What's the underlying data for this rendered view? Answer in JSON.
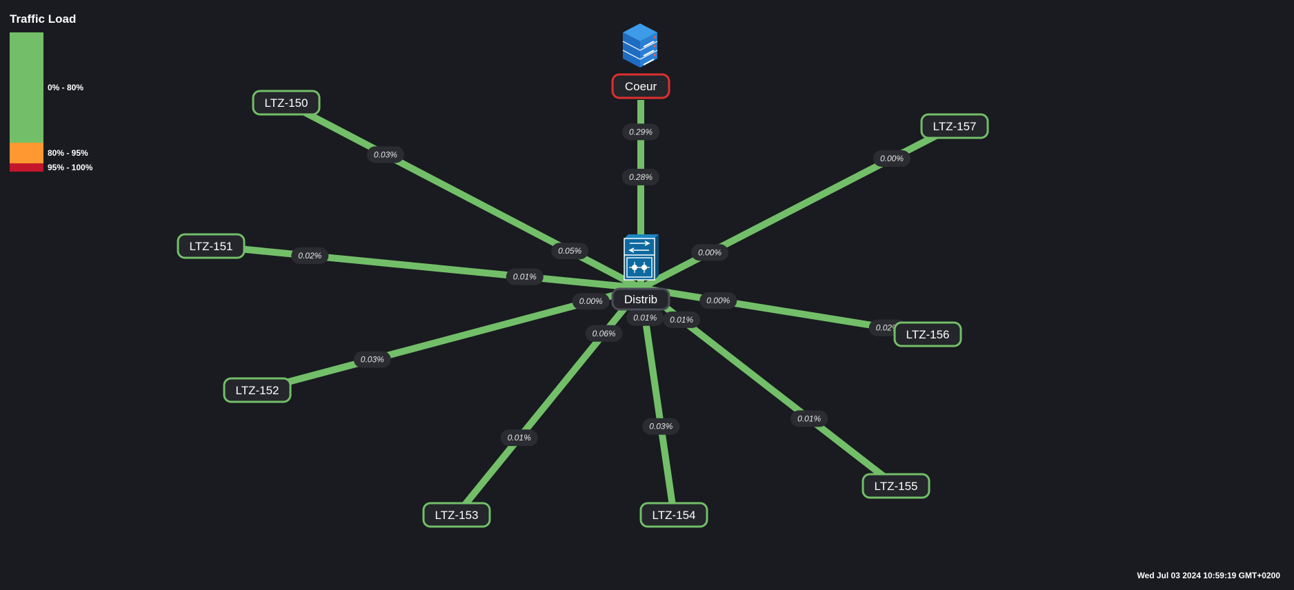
{
  "legend": {
    "title": "Traffic Load",
    "levels": [
      {
        "label": "0% - 80%",
        "color": "#73bf69",
        "from": 0,
        "to": 80
      },
      {
        "label": "80% - 95%",
        "color": "#ff9830",
        "from": 80,
        "to": 95
      },
      {
        "label": "95% - 100%",
        "color": "#c4162a",
        "from": 95,
        "to": 100
      }
    ]
  },
  "colors": {
    "background": "#191b20",
    "link": "#73bf69",
    "node_ok_border": "#73bf69",
    "node_alert_border": "#e02f2f"
  },
  "hub": {
    "id": "distrib",
    "label": "Distrib",
    "icon": "switch-icon"
  },
  "core": {
    "id": "coeur",
    "label": "Coeur",
    "icon": "server-icon",
    "status": "alert"
  },
  "nodes": [
    {
      "id": "ltz-150",
      "label": "LTZ-150",
      "status": "ok"
    },
    {
      "id": "ltz-151",
      "label": "LTZ-151",
      "status": "ok"
    },
    {
      "id": "ltz-152",
      "label": "LTZ-152",
      "status": "ok"
    },
    {
      "id": "ltz-153",
      "label": "LTZ-153",
      "status": "ok"
    },
    {
      "id": "ltz-154",
      "label": "LTZ-154",
      "status": "ok"
    },
    {
      "id": "ltz-155",
      "label": "LTZ-155",
      "status": "ok"
    },
    {
      "id": "ltz-156",
      "label": "LTZ-156",
      "status": "ok"
    },
    {
      "id": "ltz-157",
      "label": "LTZ-157",
      "status": "ok"
    }
  ],
  "links": [
    {
      "from": "coeur",
      "to": "distrib",
      "out_label": "0.29%",
      "in_label": "0.28%"
    },
    {
      "from": "ltz-150",
      "to": "distrib",
      "out_label": "0.03%",
      "in_label": "0.05%"
    },
    {
      "from": "ltz-151",
      "to": "distrib",
      "out_label": "0.02%",
      "in_label": "0.01%"
    },
    {
      "from": "ltz-152",
      "to": "distrib",
      "out_label": "0.03%",
      "in_label": "0.00%"
    },
    {
      "from": "ltz-153",
      "to": "distrib",
      "out_label": "0.01%",
      "in_label": "0.06%"
    },
    {
      "from": "ltz-154",
      "to": "distrib",
      "out_label": "0.03%",
      "in_label": "0.01%"
    },
    {
      "from": "ltz-155",
      "to": "distrib",
      "out_label": "0.01%",
      "in_label": "0.01%"
    },
    {
      "from": "ltz-156",
      "to": "distrib",
      "out_label": "0.02%",
      "in_label": "0.00%"
    },
    {
      "from": "ltz-157",
      "to": "distrib",
      "out_label": "0.00%",
      "in_label": "0.00%"
    }
  ],
  "timestamp": "Wed Jul 03 2024 10:59:19 GMT+0200"
}
